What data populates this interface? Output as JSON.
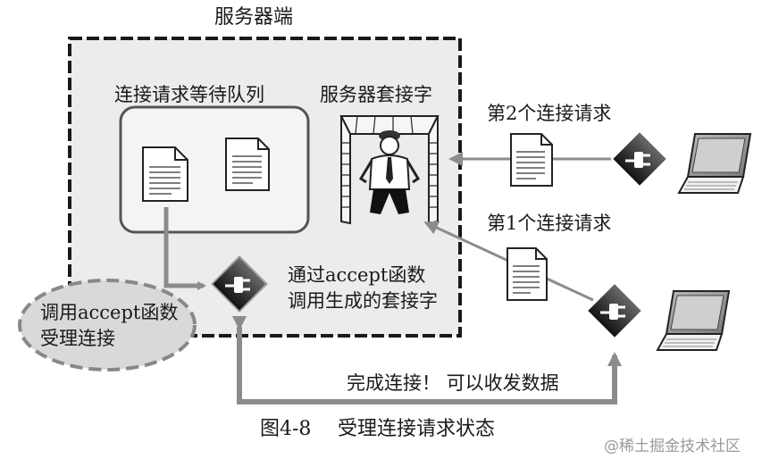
{
  "server": {
    "title": "服务器端",
    "queue_label": "连接请求等待队列",
    "socket_label": "服务器套接字",
    "accept_socket_label_line1": "通过accept函数",
    "accept_socket_label_line2": "调用生成的套接字"
  },
  "callout": {
    "line1": "调用accept函数",
    "line2": "受理连接"
  },
  "requests": {
    "second": "第2个连接请求",
    "first": "第1个连接请求"
  },
  "connection": {
    "label": "完成连接！ 可以收发数据"
  },
  "figure": {
    "caption_number": "图4-8",
    "caption_title": "受理连接请求状态"
  },
  "watermark": "@稀土掘金技术社区",
  "icons": {
    "document": "document-icon",
    "plug": "plug-diamond-icon",
    "laptop": "laptop-icon",
    "socket_frame": "socket-frame-icon",
    "person": "person-icon"
  },
  "colors": {
    "ink": "#1a1a1a",
    "panel_fill": "#ececec",
    "callout_fill": "#d9d9d9",
    "arrow_gray": "#8c8c8c"
  }
}
